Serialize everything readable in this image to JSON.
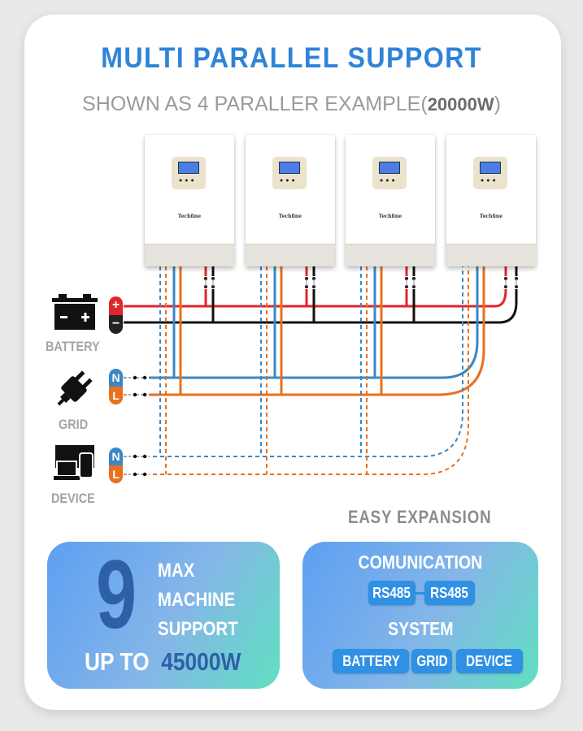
{
  "header": {
    "title": "MULTI PARALLEL SUPPORT",
    "subtitle": "SHOWN AS 4 PARALLER EXAMPLE(",
    "subtitle_power": "20000W",
    "subtitle_end": ")"
  },
  "inverters": [
    {
      "brand": "Techfine"
    },
    {
      "brand": "Techfine"
    },
    {
      "brand": "Techfine"
    },
    {
      "brand": "Techfine"
    }
  ],
  "sources": {
    "battery": "BATTERY",
    "grid": "GRID",
    "device": "DEVICE",
    "plus": "+",
    "minus": "−",
    "n": "N",
    "l": "L"
  },
  "easy_expansion": "EASY EXPANSION",
  "left_box": {
    "number": "9",
    "line1": "MAX",
    "line2": "MACHINE",
    "line3": "SUPPORT",
    "up_to": "UP TO",
    "power": "45000W"
  },
  "right_box": {
    "communication": "COMUNICATION",
    "rs1": "RS485",
    "rs2": "RS485",
    "system": "SYSTEM",
    "battery": "BATTERY",
    "grid": "GRID",
    "device": "DEVICE"
  },
  "colors": {
    "title": "#2f84d8",
    "red": "#e0262b",
    "blue": "#3b88c4",
    "orange": "#e8701e"
  }
}
